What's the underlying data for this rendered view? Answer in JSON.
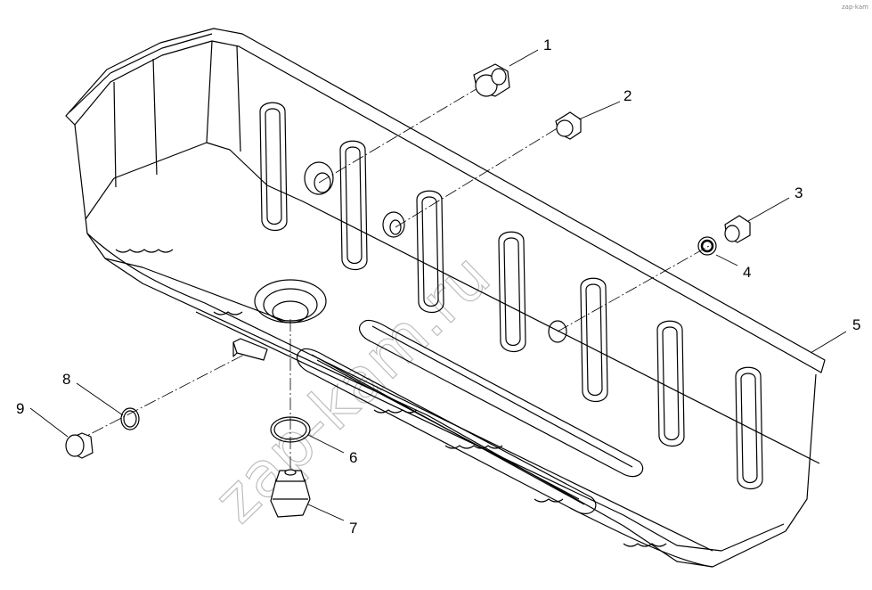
{
  "callouts": [
    {
      "id": "1",
      "label": "1"
    },
    {
      "id": "2",
      "label": "2"
    },
    {
      "id": "3",
      "label": "3"
    },
    {
      "id": "4",
      "label": "4"
    },
    {
      "id": "5",
      "label": "5"
    },
    {
      "id": "6",
      "label": "6"
    },
    {
      "id": "7",
      "label": "7"
    },
    {
      "id": "8",
      "label": "8"
    },
    {
      "id": "9",
      "label": "9"
    }
  ],
  "watermark": "zap-kam.ru",
  "corner_mark": "zap-kam",
  "colors": {
    "line": "#000000",
    "watermark": "#bdbdbd",
    "background": "#ffffff"
  }
}
